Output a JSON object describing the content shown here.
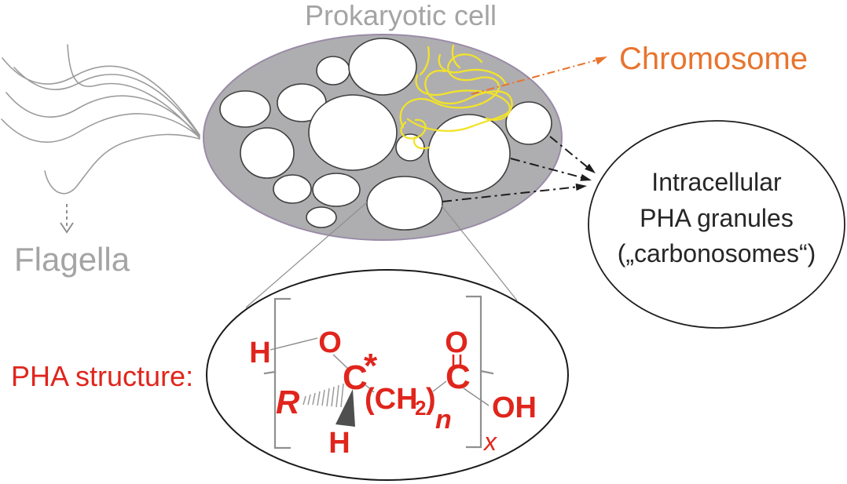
{
  "figure": {
    "title": "Prokaryotic cell",
    "chromosome_label": "Chromosome",
    "flagella_label": "Flagella",
    "pha_structure_label": "PHA structure:",
    "granules_caption": {
      "line1": "Intracellular",
      "line2": "PHA granules",
      "line3": "(„carbonosomes“)"
    },
    "chemistry": {
      "h_terminal": "H",
      "o_ester": "O",
      "c_chiral": "C",
      "chiral_star": "*",
      "r_side_group": "R",
      "h_stereo": "H",
      "ch_open": "(CH",
      "ch_subscript": "2",
      "ch_close": ")",
      "n_subscript": "n",
      "c_carbonyl": "C",
      "o_carbonyl": "O",
      "oh_terminal": "OH",
      "x_subscript": "x"
    },
    "colors": {
      "cell_fill": "#aeaeb0",
      "cell_outline": "#9a8ba7",
      "granule_outline": "#3f3f3f",
      "chromosome_yellow": "#f2e32a",
      "chromosome_label_orange": "#e8742e",
      "structure_red": "#e0251c",
      "muted_gray_text": "#a4a4a4",
      "ink_black": "#1e1e1e"
    }
  }
}
